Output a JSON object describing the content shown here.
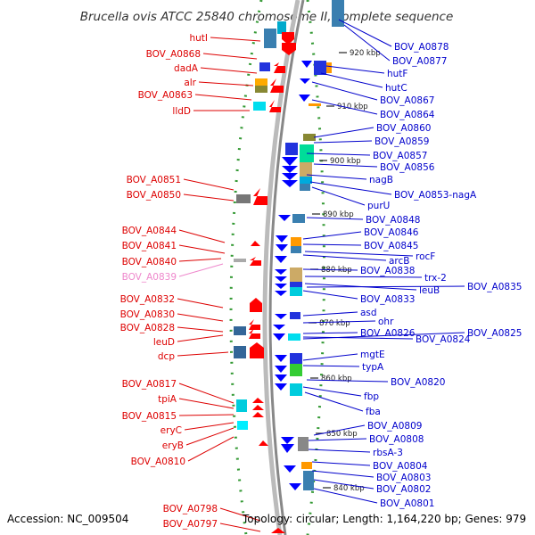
{
  "title": "Brucella ovis ATCC 25840 chromosome II, complete sequence",
  "accession": "Accession: NC_009504",
  "summary": "Topology: circular; Length: 1,164,220 bp; Genes: 979",
  "colors": {
    "forward": "#ff0000",
    "reverse": "#0000ff",
    "left_label": "#dd0000",
    "right_label": "#0000cc",
    "pink_label": "#ee88cc",
    "backbone": "#999999",
    "tick": "#339933"
  },
  "kbp_labels": [
    {
      "text": "920 kbp"
    },
    {
      "text": "910 kbp"
    },
    {
      "text": "900 kbp"
    },
    {
      "text": "890 kbp"
    },
    {
      "text": "880 kbp"
    },
    {
      "text": "870 kbp"
    },
    {
      "text": "860 kbp"
    },
    {
      "text": "850 kbp"
    },
    {
      "text": "840 kbp"
    }
  ],
  "left_genes": [
    {
      "name": "hutI"
    },
    {
      "name": "BOV_A0868"
    },
    {
      "name": "dadA"
    },
    {
      "name": "alr"
    },
    {
      "name": "BOV_A0863"
    },
    {
      "name": "lldD"
    },
    {
      "name": "BOV_A0851"
    },
    {
      "name": "BOV_A0850"
    },
    {
      "name": "BOV_A0844"
    },
    {
      "name": "BOV_A0841"
    },
    {
      "name": "BOV_A0840"
    },
    {
      "name": "BOV_A0839"
    },
    {
      "name": "BOV_A0832"
    },
    {
      "name": "BOV_A0830"
    },
    {
      "name": "BOV_A0828"
    },
    {
      "name": "leuD"
    },
    {
      "name": "dcp"
    },
    {
      "name": "BOV_A0817"
    },
    {
      "name": "tpiA"
    },
    {
      "name": "BOV_A0815"
    },
    {
      "name": "eryC"
    },
    {
      "name": "eryB"
    },
    {
      "name": "BOV_A0810"
    },
    {
      "name": "BOV_A0798"
    },
    {
      "name": "BOV_A0797"
    }
  ],
  "right_genes": [
    {
      "name": "BOV_A0878"
    },
    {
      "name": "BOV_A0877"
    },
    {
      "name": "hutF"
    },
    {
      "name": "hutC"
    },
    {
      "name": "BOV_A0867"
    },
    {
      "name": "BOV_A0864"
    },
    {
      "name": "BOV_A0860"
    },
    {
      "name": "BOV_A0859"
    },
    {
      "name": "BOV_A0857"
    },
    {
      "name": "BOV_A0856"
    },
    {
      "name": "nagB"
    },
    {
      "name": "BOV_A0853-nagA"
    },
    {
      "name": "purU"
    },
    {
      "name": "BOV_A0848"
    },
    {
      "name": "BOV_A0846"
    },
    {
      "name": "BOV_A0845"
    },
    {
      "name": "rocF"
    },
    {
      "name": "arcB"
    },
    {
      "name": "BOV_A0838"
    },
    {
      "name": "trx-2"
    },
    {
      "name": "leuB"
    },
    {
      "name": "BOV_A0835"
    },
    {
      "name": "BOV_A0833"
    },
    {
      "name": "asd"
    },
    {
      "name": "ohr"
    },
    {
      "name": "BOV_A0826"
    },
    {
      "name": "BOV_A0824"
    },
    {
      "name": "BOV_A0825"
    },
    {
      "name": "mgtE"
    },
    {
      "name": "typA"
    },
    {
      "name": "BOV_A0820"
    },
    {
      "name": "fbp"
    },
    {
      "name": "fba"
    },
    {
      "name": "BOV_A0809"
    },
    {
      "name": "BOV_A0808"
    },
    {
      "name": "rbsA-3"
    },
    {
      "name": "BOV_A0804"
    },
    {
      "name": "BOV_A0803"
    },
    {
      "name": "BOV_A0802"
    },
    {
      "name": "BOV_A0801"
    }
  ]
}
